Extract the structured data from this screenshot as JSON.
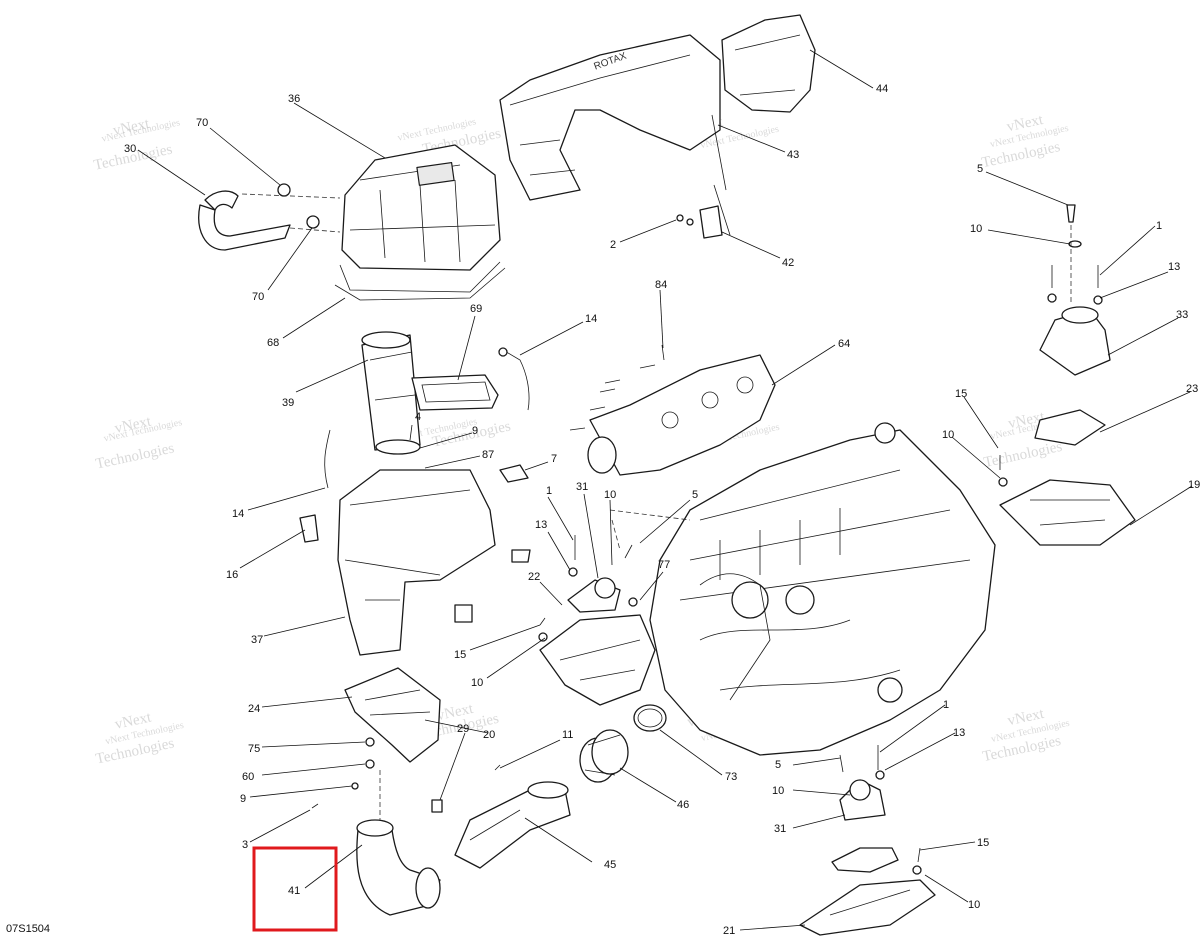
{
  "diagram_code": "07S1504",
  "highlighted_callout": "41",
  "watermark": {
    "line1": "vNext",
    "line2": "Technologies",
    "line_small": "vNext Technologies"
  },
  "callouts": {
    "c36": "36",
    "c70a": "70",
    "c30": "30",
    "c70b": "70",
    "c68": "68",
    "c44": "44",
    "c43": "43",
    "c2": "2",
    "c42": "42",
    "c69": "69",
    "c39": "39",
    "c14a": "14",
    "c14b": "14",
    "c84": "84",
    "c64": "64",
    "c4": "4",
    "c9a": "9",
    "c87": "87",
    "c7": "7",
    "c16": "16",
    "c37": "37",
    "c1a": "1",
    "c31a": "31",
    "c10a": "10",
    "c5a": "5",
    "c13a": "13",
    "c22": "22",
    "c77": "77",
    "c15a": "15",
    "c10b": "10",
    "c5b": "5",
    "c10c": "10",
    "c1b": "1",
    "c13b": "13",
    "c33": "33",
    "c15b": "15",
    "c10d": "10",
    "c23": "23",
    "c19": "19",
    "c24": "24",
    "c75": "75",
    "c60": "60",
    "c9b": "9",
    "c3": "3",
    "c29": "29",
    "c20": "20",
    "c11": "11",
    "c46": "46",
    "c73": "73",
    "c45": "45",
    "c41": "41",
    "c1c": "1",
    "c13c": "13",
    "c5c": "5",
    "c10e": "10",
    "c31b": "31",
    "c15c": "15",
    "c10f": "10",
    "c21": "21"
  },
  "colors": {
    "highlight": "#e0191d",
    "line": "#1a1a1a",
    "watermark": "#bbbbbb"
  }
}
